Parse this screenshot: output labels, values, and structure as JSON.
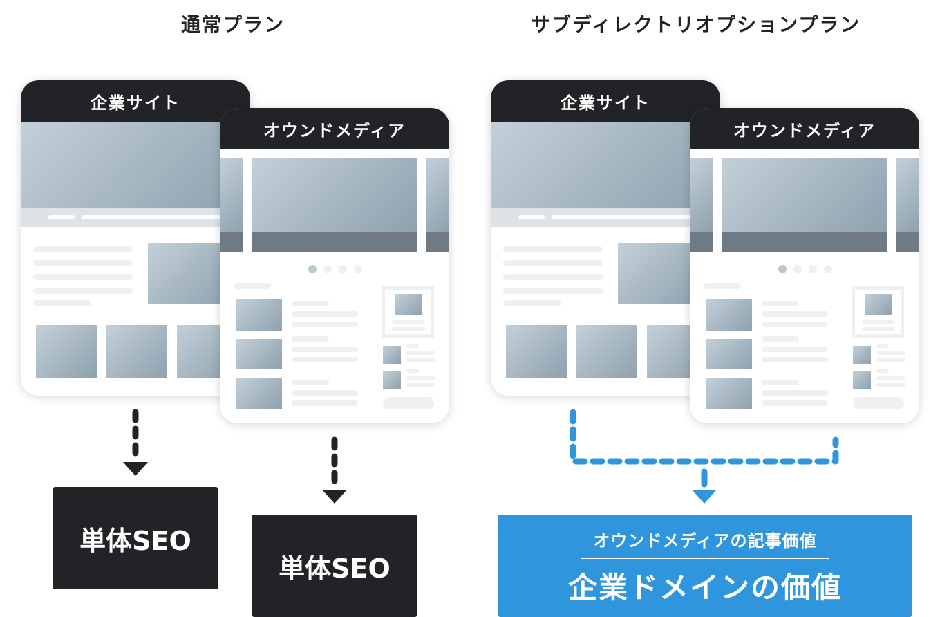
{
  "plans": [
    {
      "title": "通常プラン",
      "cards": {
        "corporate": "企業サイト",
        "media": "オウンドメディア"
      },
      "results": [
        "単体SEO",
        "単体SEO"
      ]
    },
    {
      "title": "サブディレクトリオプションプラン",
      "cards": {
        "corporate": "企業サイト",
        "media": "オウンドメディア"
      },
      "result": {
        "subtitle": "オウンドメディアの記事価値",
        "main": "企業ドメインの価値"
      }
    }
  ],
  "colors": {
    "dark": "#222326",
    "accent_blue": "#2f95dc",
    "placeholder_light": "#c3d0d9",
    "placeholder_dark": "#8ea1ae"
  },
  "icons": [
    "down-arrow-icon"
  ]
}
